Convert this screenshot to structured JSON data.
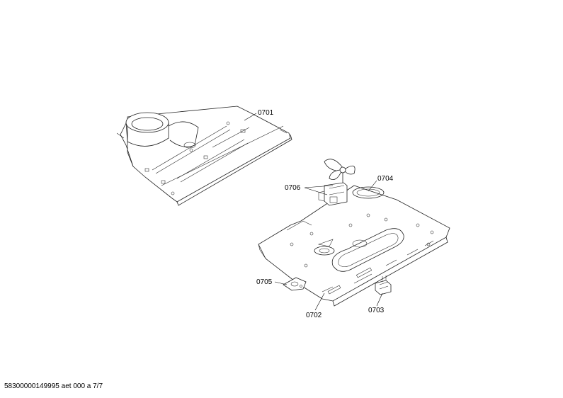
{
  "parts": {
    "p0701": "0701",
    "p0702": "0702",
    "p0703": "0703",
    "p0704": "0704",
    "p0705": "0705",
    "p0706": "0706"
  },
  "footer": "58300000149995 aet 000 a 7/7"
}
